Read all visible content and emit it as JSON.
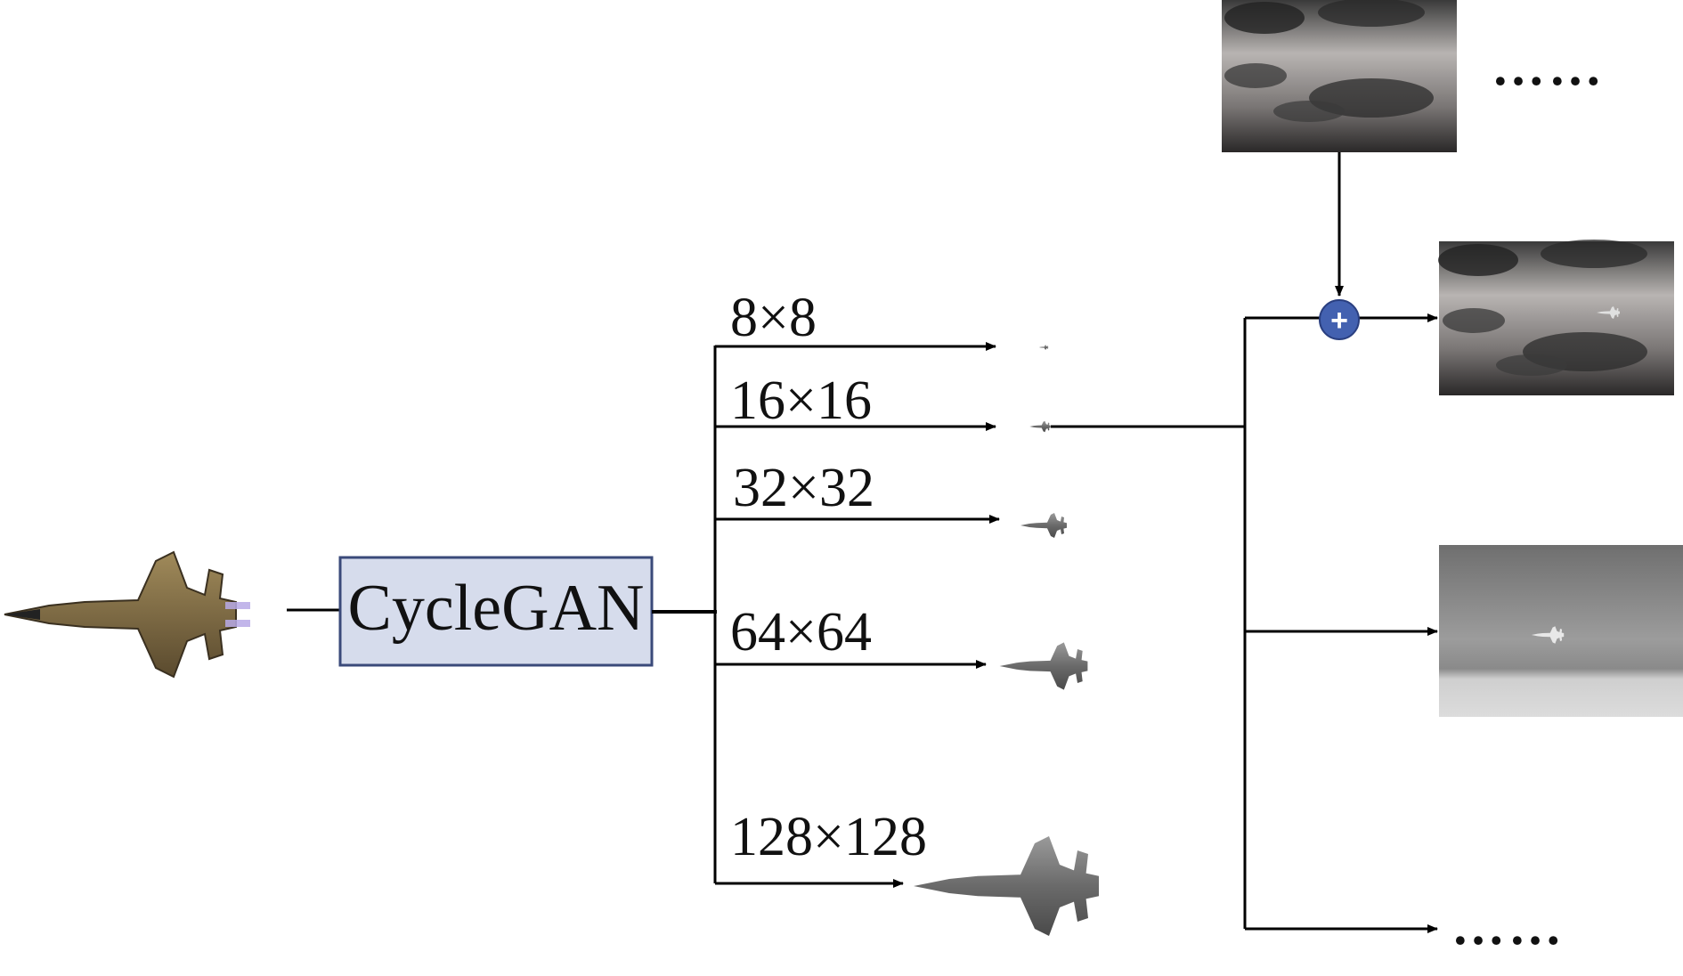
{
  "generator": {
    "label": "CycleGAN"
  },
  "scales": [
    {
      "label": "8×8"
    },
    {
      "label": "16×16"
    },
    {
      "label": "32×32"
    },
    {
      "label": "64×64"
    },
    {
      "label": "128×128"
    }
  ],
  "ellipsis": {
    "top": "……",
    "bottom": "……"
  },
  "combine_symbol": "+",
  "colors": {
    "box_fill": "#d6dcec",
    "box_stroke": "#3a4a7a",
    "plus_fill": "#4361b0",
    "line": "#000000"
  }
}
